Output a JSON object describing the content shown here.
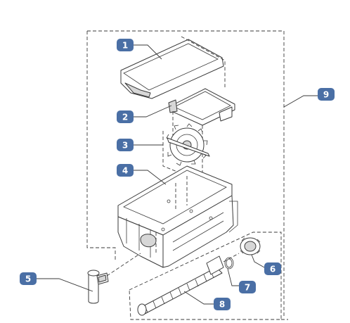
{
  "diagram": {
    "type": "exploded-parts-view",
    "badge_color": "#4a6fa5",
    "callouts": [
      {
        "id": "1",
        "label": "1",
        "part": "lid"
      },
      {
        "id": "2",
        "label": "2",
        "part": "grate"
      },
      {
        "id": "3",
        "label": "3",
        "part": "gear-wheel"
      },
      {
        "id": "4",
        "label": "4",
        "part": "housing"
      },
      {
        "id": "5",
        "label": "5",
        "part": "tube"
      },
      {
        "id": "6",
        "label": "6",
        "part": "ring-nut"
      },
      {
        "id": "7",
        "label": "7",
        "part": "o-ring"
      },
      {
        "id": "8",
        "label": "8",
        "part": "screw-auger"
      },
      {
        "id": "9",
        "label": "9",
        "part": "assembly"
      }
    ]
  }
}
